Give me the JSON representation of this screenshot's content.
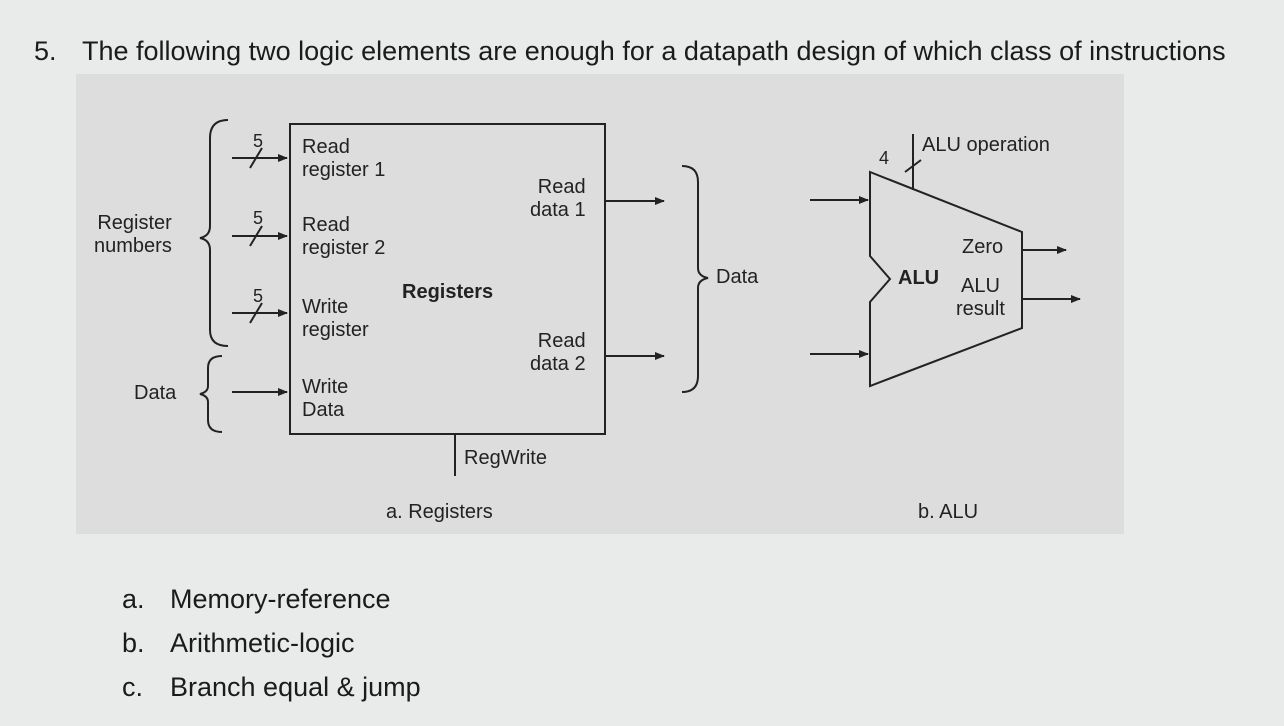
{
  "question": {
    "number": "5.",
    "text": "The following two logic elements are enough for a datapath design of which class of instructions"
  },
  "figure": {
    "registers": {
      "block_label": "Registers",
      "inputs": {
        "read_register_1": "Read\nregister 1",
        "read_register_2": "Read\nregister 2",
        "write_register": "Write\nregister",
        "write_data": "Write\nData"
      },
      "outputs": {
        "read_data_1": "Read\ndata 1",
        "read_data_2": "Read\ndata 2"
      },
      "bus_width": "5",
      "register_numbers_label": "Register\nnumbers",
      "data_in_label": "Data",
      "data_out_label": "Data",
      "control": "RegWrite",
      "caption": "a. Registers"
    },
    "alu": {
      "block_label": "ALU",
      "operation_label": "ALU operation",
      "operation_width": "4",
      "zero_label": "Zero",
      "result_label": "ALU\nresult",
      "caption": "b. ALU"
    }
  },
  "options": [
    {
      "letter": "a.",
      "text": "Memory-reference"
    },
    {
      "letter": "b.",
      "text": "Arithmetic-logic"
    },
    {
      "letter": "c.",
      "text": "Branch equal & jump"
    }
  ]
}
